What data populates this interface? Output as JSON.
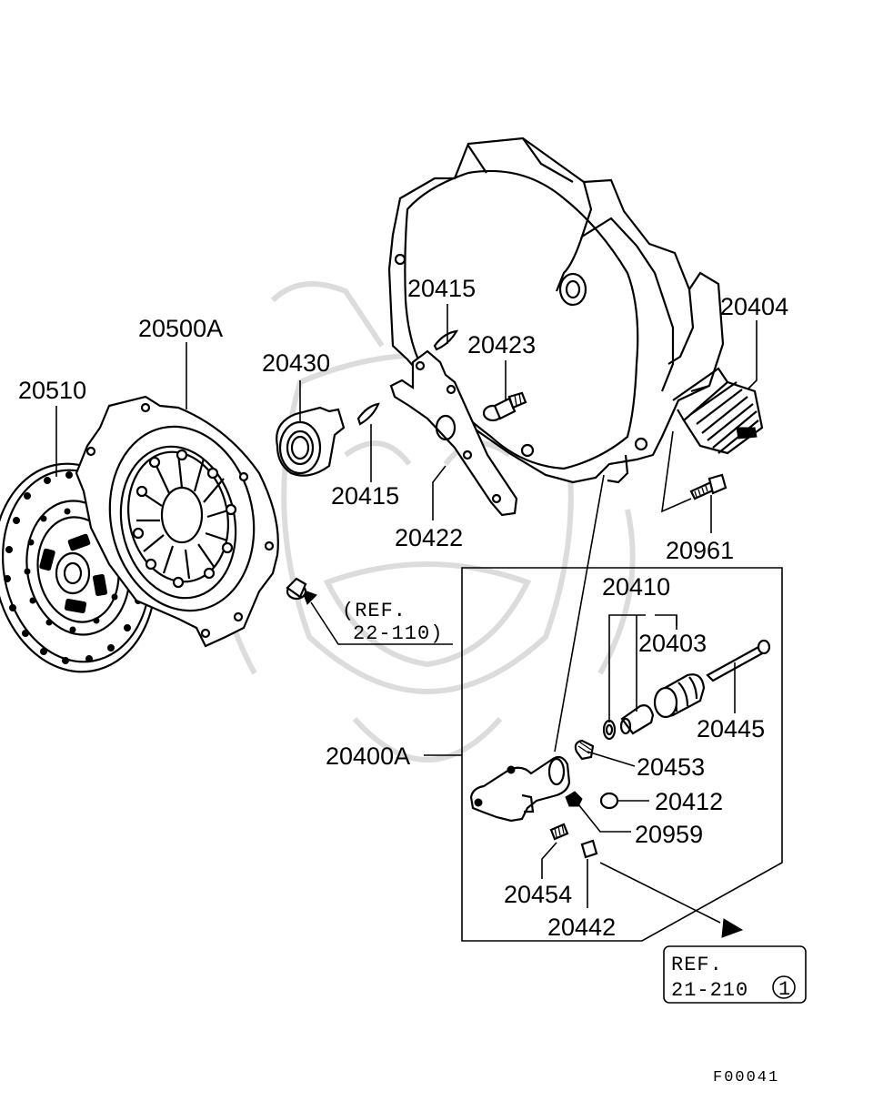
{
  "diagram": {
    "part_labels": {
      "p20510": "20510",
      "p20500A": "20500A",
      "p20430": "20430",
      "p20415a": "20415",
      "p20415b": "20415",
      "p20423": "20423",
      "p20422": "20422",
      "p20404": "20404",
      "p20961": "20961",
      "p20410": "20410",
      "p20403": "20403",
      "p20445": "20445",
      "p20400A": "20400A",
      "p20453": "20453",
      "p20412": "20412",
      "p20959": "20959",
      "p20454": "20454",
      "p20442": "20442"
    },
    "ref_22_line1": "(REF.",
    "ref_22_line2": "22-110)",
    "ref_21_line1": "REF.",
    "ref_21_line2": "21-210",
    "ref_21_circle": "1",
    "figure_code": "F00041"
  },
  "colors": {
    "ink": "#000000",
    "background": "#ffffff",
    "watermark": "#d9d9d9"
  }
}
